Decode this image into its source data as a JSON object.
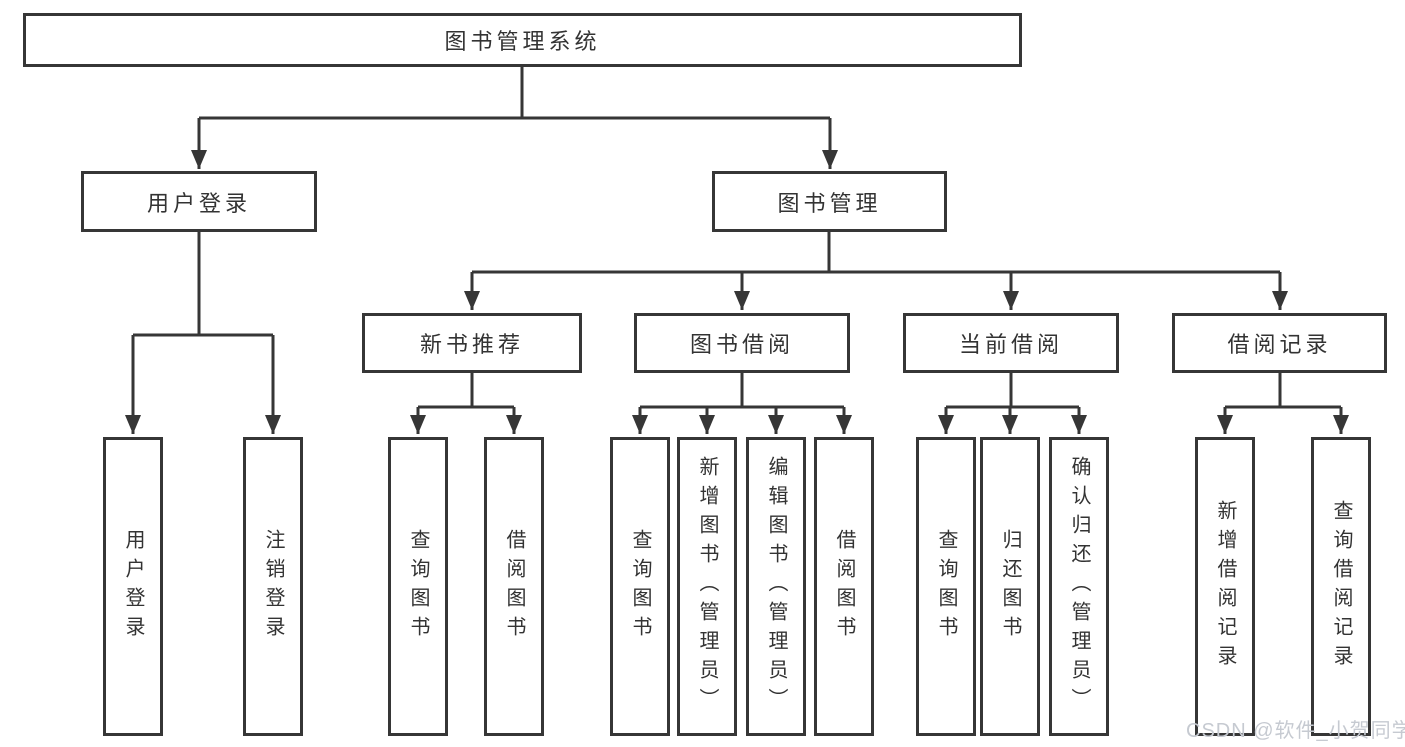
{
  "title": "图书管理系统",
  "tree": {
    "label": "图书管理系统",
    "children": [
      {
        "label": "用户登录",
        "children": [
          {
            "label": "用户登录"
          },
          {
            "label": "注销登录"
          }
        ]
      },
      {
        "label": "图书管理",
        "children": [
          {
            "label": "新书推荐",
            "children": [
              {
                "label": "查询图书"
              },
              {
                "label": "借阅图书"
              }
            ]
          },
          {
            "label": "图书借阅",
            "children": [
              {
                "label": "查询图书"
              },
              {
                "label": "新增图书（管理员）"
              },
              {
                "label": "编辑图书（管理员）"
              },
              {
                "label": "借阅图书"
              }
            ]
          },
          {
            "label": "当前借阅",
            "children": [
              {
                "label": "查询图书"
              },
              {
                "label": "归还图书"
              },
              {
                "label": "确认归还（管理员）"
              }
            ]
          },
          {
            "label": "借阅记录",
            "children": [
              {
                "label": "新增借阅记录"
              },
              {
                "label": "查询借阅记录"
              }
            ]
          }
        ]
      }
    ]
  },
  "watermark": {
    "text": "CSDN @软件_小贺同学"
  },
  "colors": {
    "background": "#ffffff",
    "line": "#363636",
    "text": "#333333",
    "watermark": "#c6cad1"
  }
}
